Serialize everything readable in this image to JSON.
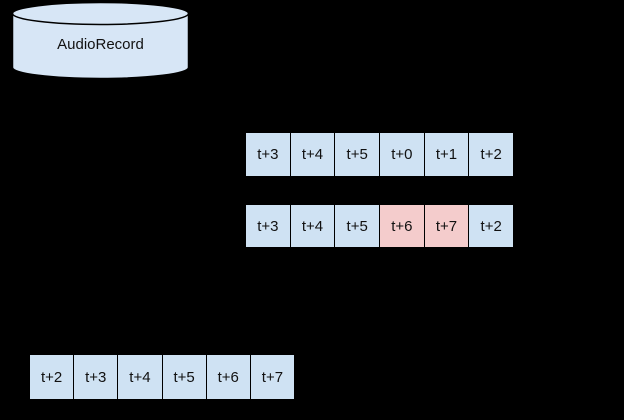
{
  "colors": {
    "background": "#000000",
    "cell_blue": "#cfe2f3",
    "cell_pink": "#f4cccc",
    "cylinder_fill": "#d7e6f6",
    "border": "#000000",
    "text": "#111111"
  },
  "cylinder": {
    "label": "AudioRecord"
  },
  "rows": [
    {
      "id": "top",
      "cells": [
        {
          "label": "t+3",
          "highlight": false
        },
        {
          "label": "t+4",
          "highlight": false
        },
        {
          "label": "t+5",
          "highlight": false
        },
        {
          "label": "t+0",
          "highlight": false
        },
        {
          "label": "t+1",
          "highlight": false
        },
        {
          "label": "t+2",
          "highlight": false
        }
      ]
    },
    {
      "id": "middle",
      "cells": [
        {
          "label": "t+3",
          "highlight": false
        },
        {
          "label": "t+4",
          "highlight": false
        },
        {
          "label": "t+5",
          "highlight": false
        },
        {
          "label": "t+6",
          "highlight": true
        },
        {
          "label": "t+7",
          "highlight": true
        },
        {
          "label": "t+2",
          "highlight": false
        }
      ]
    },
    {
      "id": "bottom",
      "cells": [
        {
          "label": "t+2",
          "highlight": false
        },
        {
          "label": "t+3",
          "highlight": false
        },
        {
          "label": "t+4",
          "highlight": false
        },
        {
          "label": "t+5",
          "highlight": false
        },
        {
          "label": "t+6",
          "highlight": false
        },
        {
          "label": "t+7",
          "highlight": false
        }
      ]
    }
  ]
}
